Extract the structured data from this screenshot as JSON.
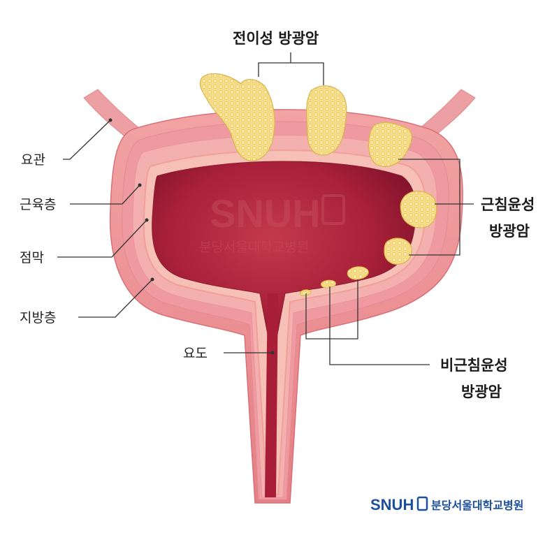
{
  "labels": {
    "ureter": "요관",
    "muscle_layer": "근육층",
    "mucosa": "점막",
    "fat_layer": "지방층",
    "urethra": "요도",
    "metastatic": "전이성 방광암",
    "muscle_invasive_line1": "근침윤성",
    "muscle_invasive_line2": "방광암",
    "non_muscle_invasive_line1": "비근침윤성",
    "non_muscle_invasive_line2": "방광암"
  },
  "watermark": {
    "brand": "SNUH",
    "hospital": "분당서울대학교병원"
  },
  "logo": {
    "brand": "SNUH",
    "hospital": "분당서울대학교병원"
  },
  "colors": {
    "outer_wall": "#e8868a",
    "muscle": "#f0a0a0",
    "lumen": "#b0283a",
    "tumor": "#f3d67a",
    "brand_blue": "#1d4f9c"
  }
}
